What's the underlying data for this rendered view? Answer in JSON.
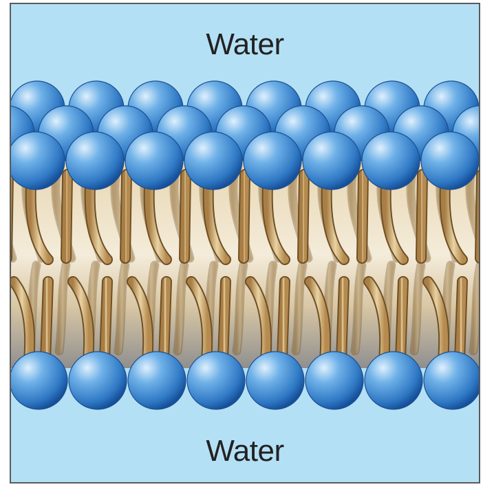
{
  "labels": {
    "top": "Water",
    "bottom": "Water"
  },
  "colors": {
    "water": "#b4e0f5",
    "head_light": "#cfe8fb",
    "head_mid": "#3f8fd6",
    "head_dark": "#16509a",
    "tail_dark": "#9a7440",
    "tail_light": "#efdcb0",
    "border": "#5a5a5a"
  },
  "icons": {
    "head": "phospholipid-head-sphere",
    "tail": "fatty-acid-tail"
  }
}
